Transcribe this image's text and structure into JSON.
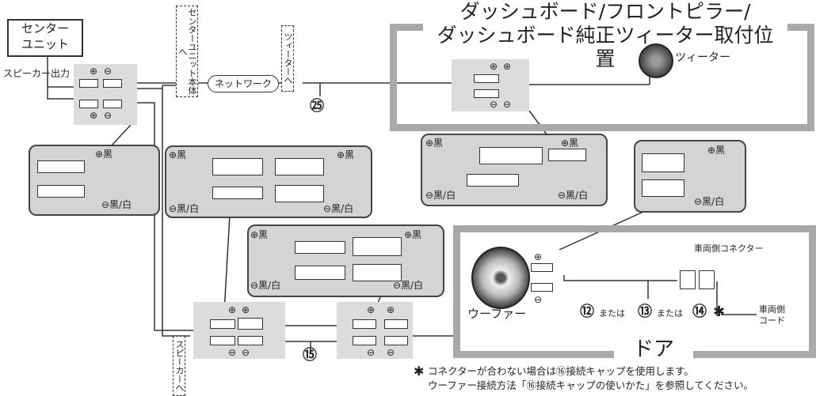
{
  "header": {
    "title_line1": "ダッシュボード/フロントピラー/",
    "title_line2": "ダッシュボード純正ツィーター取付位置"
  },
  "center_unit": {
    "label_line1": "センター",
    "label_line2": "ユニット",
    "output_label": "スピーカー出力"
  },
  "tags": {
    "to_center_unit": "センターユニット本体へ",
    "to_tweeter": "ツィーターへ",
    "to_speaker": "スピーカーへ"
  },
  "network_label": "ネットワーク",
  "tweeter_label": "ツィーター",
  "woofer_label": "ウーファー",
  "door_label": "ドア",
  "vehicle_connector_label": "車両側コネクター",
  "vehicle_cord_label": "車両側\nコード",
  "cable_numbers": {
    "n25": "㉕",
    "n15": "⑮",
    "n12": "⑫",
    "n13": "⑬",
    "n14": "⑭"
  },
  "or_text": "または",
  "asterisk": "✱",
  "polarity": {
    "plus": "⊕",
    "minus": "⊖",
    "plus_black": "⊕黒",
    "minus_black_white": "⊖黒/白"
  },
  "footnote": {
    "line1": "コネクターが合わない場合は⑯接続キャップを使用します。",
    "line2": "ウーファー接続方法「⑯接続キャップの使いかた」を参照してください。"
  }
}
